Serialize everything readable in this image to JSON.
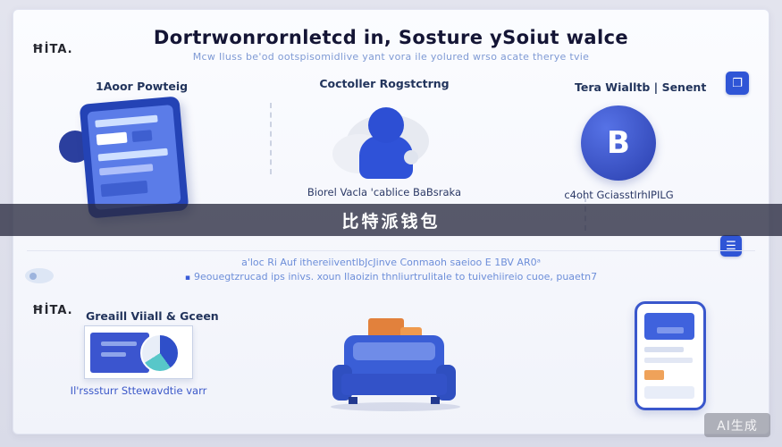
{
  "header": {
    "title": "Dortrwonrornletcd in, Sosture ySoiut walce",
    "subtitle": "Mcw Iluss be'od ootspisomidlive yant vora ile yolured wrso acate therye tvie"
  },
  "logos": {
    "top": "ĦİTA.",
    "bottom": "ĦİTA."
  },
  "top_sections": {
    "left": {
      "label": "1Aoor Powteig"
    },
    "middle": {
      "label": "Coctoller Rogstctrng",
      "caption": "Biorel Vacla 'cablice BaBsraka"
    },
    "right": {
      "label": "Tera Wialltb | Senent",
      "caption": "c4oht GciasstIrhIPILG",
      "coin_letter": "B"
    }
  },
  "banner": {
    "text": "比特派钱包"
  },
  "info": {
    "line1": "a'loc Ri Auf ithereiiventlbJcJinve Conmaoh saeioo E 1BV AR0ᵃ",
    "line2": "9eouegtzrucad ips inivs. xoun Ilaoizin thnliurtrulitale to tuivehiireio cuoe, puaetn7"
  },
  "bottom_sections": {
    "left": {
      "label": "Greaill Viiall & Gceen",
      "caption": "Il'rsssturr Sttewavdtie varr"
    }
  },
  "watermark": "AI生成",
  "icons": {
    "window_icon": "❐",
    "list_icon": "☰",
    "bullet": "▪"
  },
  "colors": {
    "accent_blue": "#2f55d6",
    "banner_bg": "#2a2b40",
    "orange": "#e2813c",
    "teal": "#57c7c9",
    "title_navy": "#141535"
  }
}
